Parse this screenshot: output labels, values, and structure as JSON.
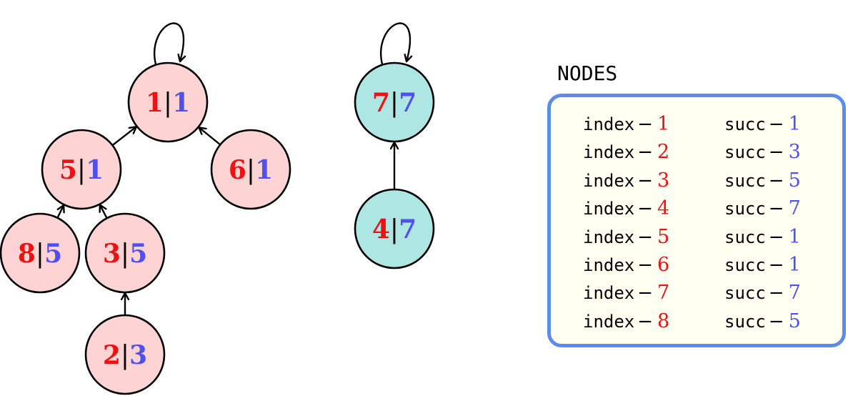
{
  "colors": {
    "index": "#ee1111",
    "succ": "#5050ee",
    "tree1_fill": "#fdd3d3",
    "tree2_fill": "#aee6e4",
    "panel_border": "#5b8ce8",
    "panel_fill": "#fffff2"
  },
  "nodes": [
    {
      "id": "n1",
      "index": "1",
      "succ": "1",
      "sep": "|",
      "fill": "tree1_fill"
    },
    {
      "id": "n5",
      "index": "5",
      "succ": "1",
      "sep": "|",
      "fill": "tree1_fill"
    },
    {
      "id": "n6",
      "index": "6",
      "succ": "1",
      "sep": "|",
      "fill": "tree1_fill"
    },
    {
      "id": "n8",
      "index": "8",
      "succ": "5",
      "sep": "|",
      "fill": "tree1_fill"
    },
    {
      "id": "n3",
      "index": "3",
      "succ": "5",
      "sep": "|",
      "fill": "tree1_fill"
    },
    {
      "id": "n2",
      "index": "2",
      "succ": "3",
      "sep": "|",
      "fill": "tree1_fill"
    },
    {
      "id": "n7",
      "index": "7",
      "succ": "7",
      "sep": "|",
      "fill": "tree2_fill"
    },
    {
      "id": "n4",
      "index": "4",
      "succ": "7",
      "sep": "|",
      "fill": "tree2_fill"
    }
  ],
  "edges": [
    {
      "from": "n5",
      "to": "n1"
    },
    {
      "from": "n6",
      "to": "n1"
    },
    {
      "from": "n8",
      "to": "n5"
    },
    {
      "from": "n3",
      "to": "n5"
    },
    {
      "from": "n2",
      "to": "n3"
    },
    {
      "from": "n4",
      "to": "n7"
    },
    {
      "from": "n1",
      "to": "n1",
      "self_loop": true
    },
    {
      "from": "n7",
      "to": "n7",
      "self_loop": true
    }
  ],
  "panel": {
    "title": "NODES",
    "index_keyword": "index",
    "succ_keyword": "succ",
    "dash": "−",
    "rows": [
      {
        "index": "1",
        "succ": "1"
      },
      {
        "index": "2",
        "succ": "3"
      },
      {
        "index": "3",
        "succ": "5"
      },
      {
        "index": "4",
        "succ": "7"
      },
      {
        "index": "5",
        "succ": "1"
      },
      {
        "index": "6",
        "succ": "1"
      },
      {
        "index": "7",
        "succ": "7"
      },
      {
        "index": "8",
        "succ": "5"
      }
    ]
  }
}
